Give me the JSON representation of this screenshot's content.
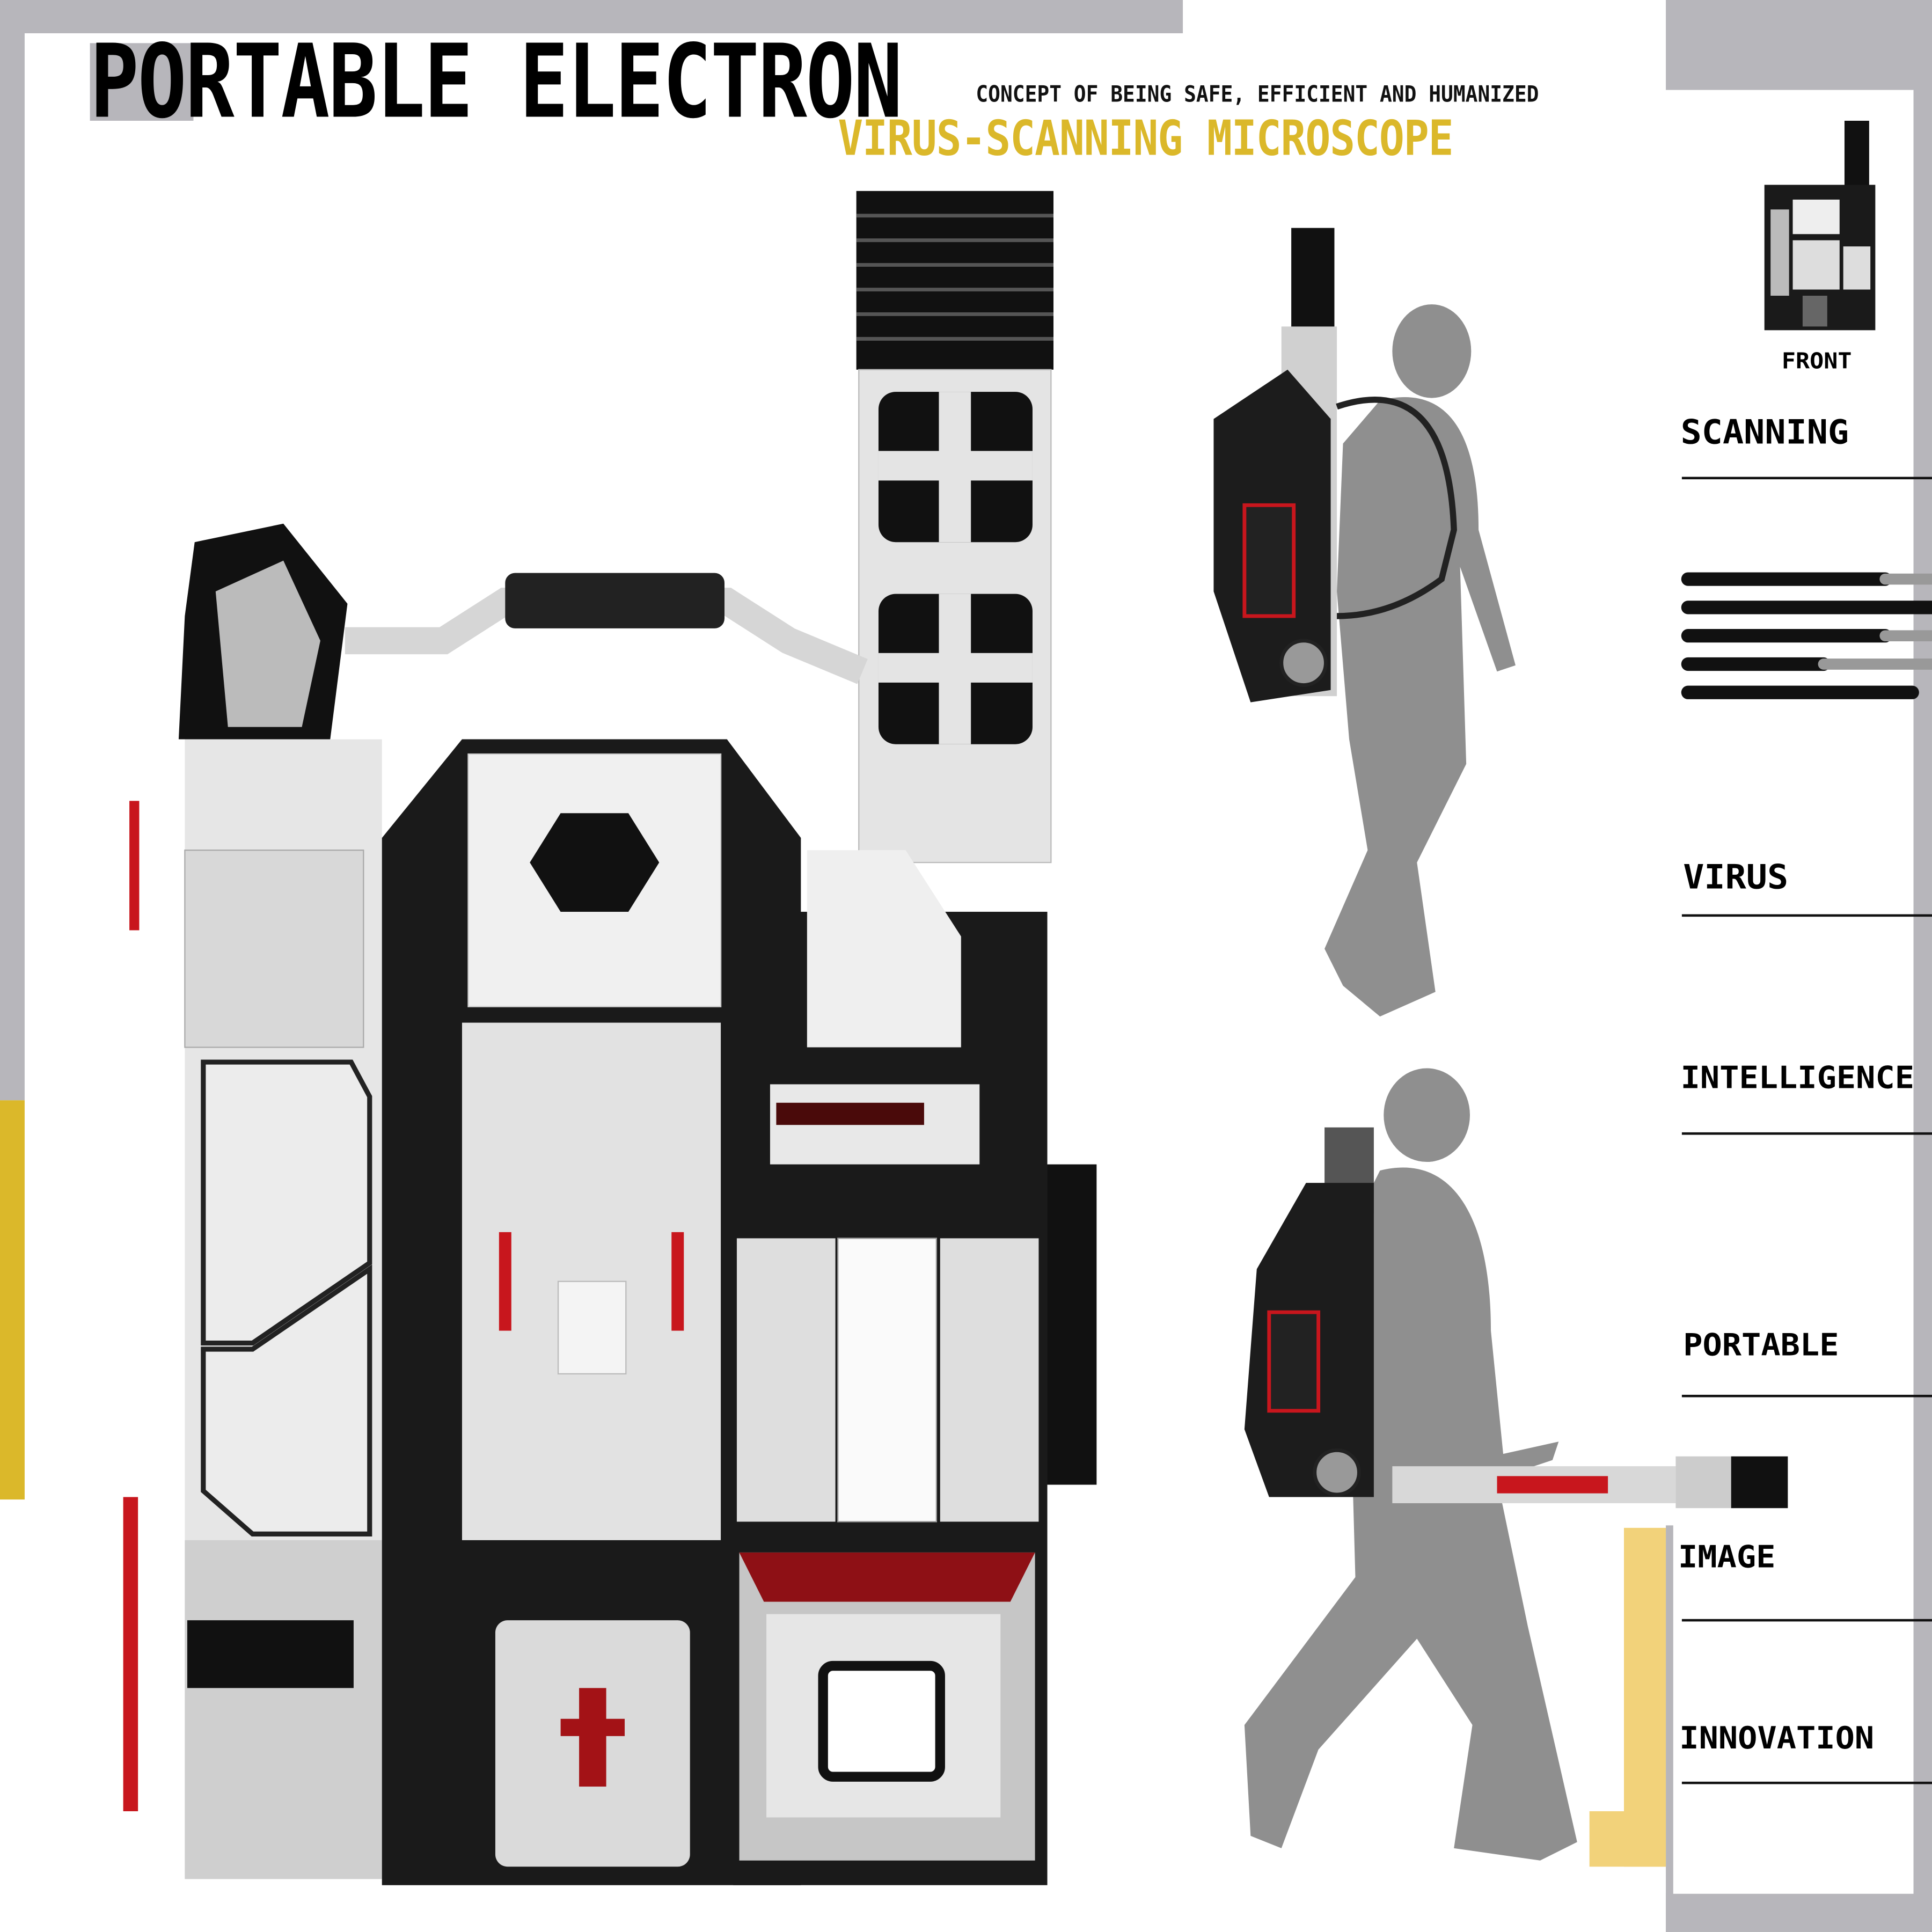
{
  "header": {
    "title": "PORTABLE ELECTRON",
    "subtitle": "CONCEPT OF BEING SAFE, EFFICIENT AND HUMANIZED",
    "product_name": "VIRUS-SCANNING MICROSCOPE"
  },
  "sidebar": {
    "thumbnail_caption": "FRONT",
    "keywords": [
      "SCANNING",
      "VIRUS",
      "INTELLIGENCE",
      "PORTABLE",
      "IMAGE",
      "INNOVATION"
    ]
  },
  "colors": {
    "frame_gray": "#b7b6bb",
    "accent_yellow": "#dbb82a",
    "light_yellow": "#f2d27a",
    "accent_red": "#c8161d",
    "silhouette_gray": "#8f8f8f"
  }
}
